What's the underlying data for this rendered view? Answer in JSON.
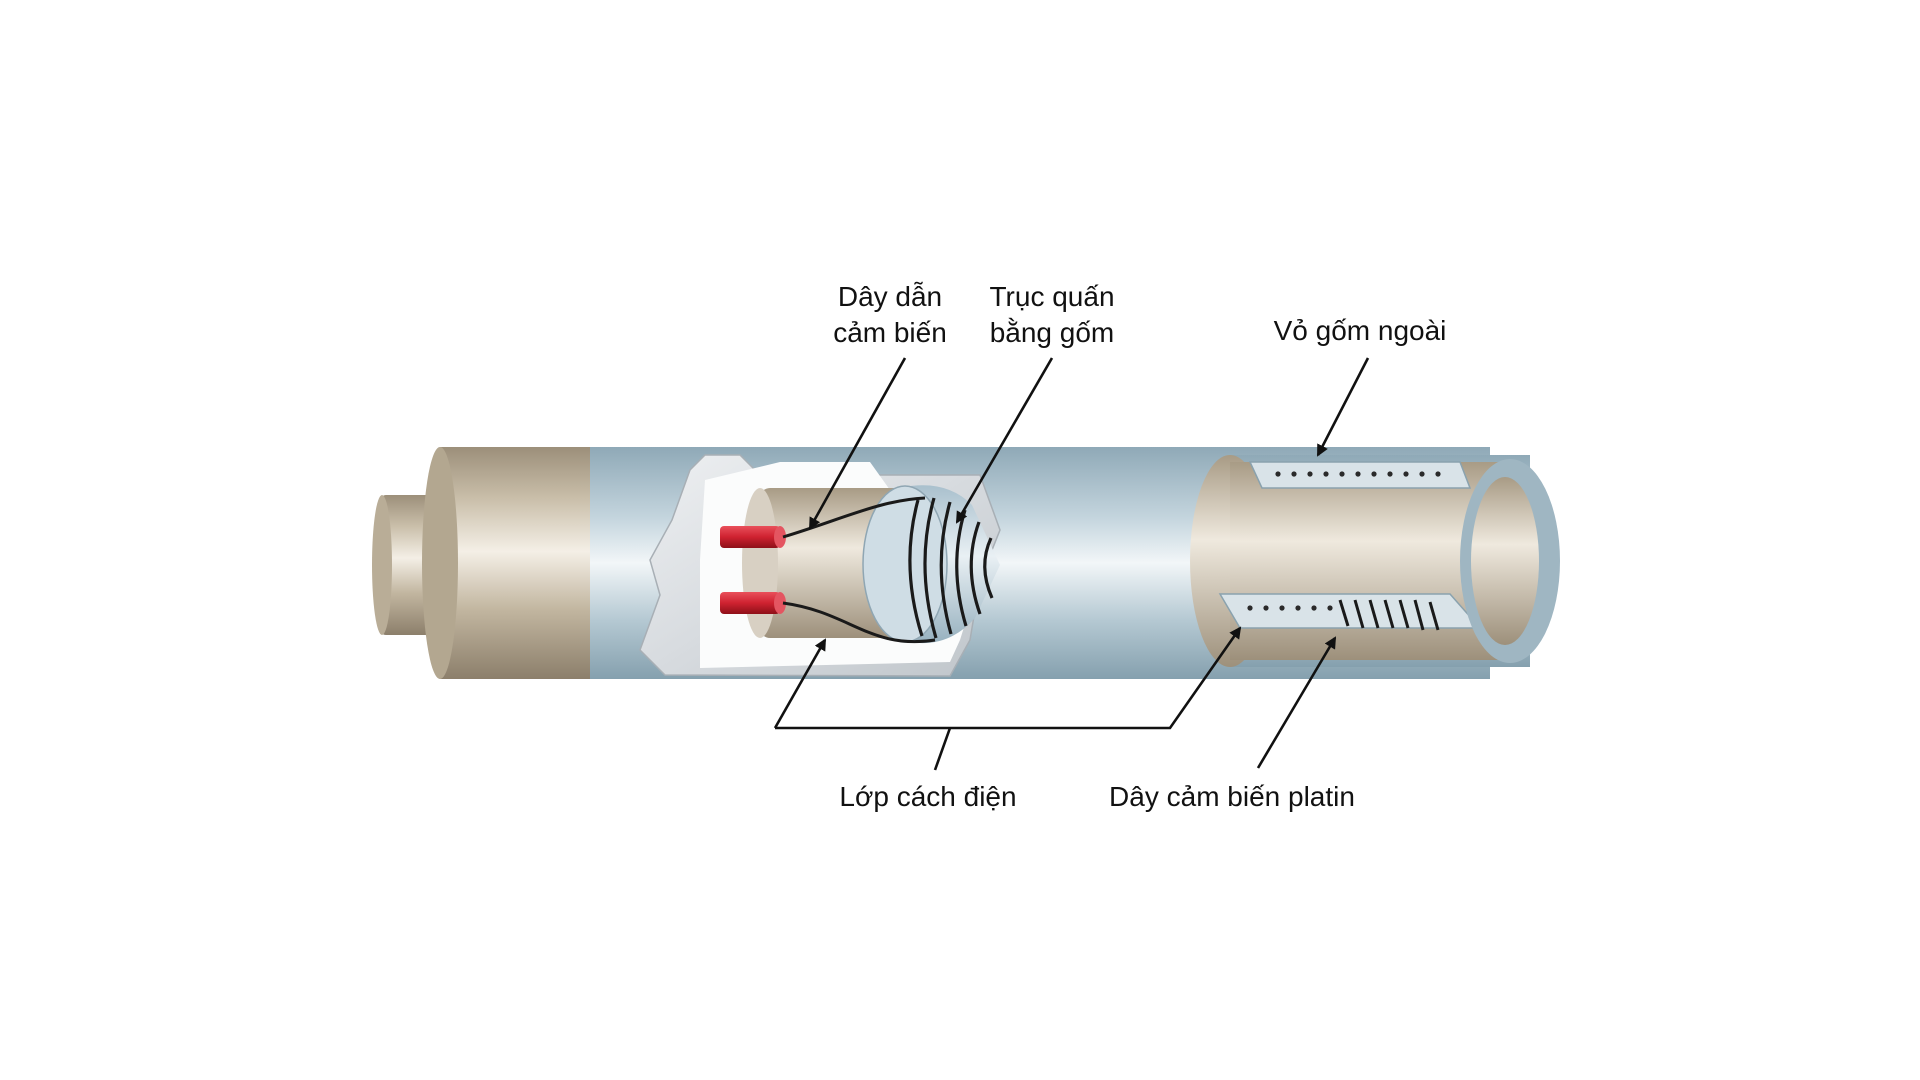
{
  "labels": {
    "sensor_lead_wire": [
      "Dây dẫn",
      "cảm biến"
    ],
    "ceramic_mandrel": [
      "Trục quấn",
      "bằng gốm"
    ],
    "outer_ceramic_shell": [
      "Vỏ gốm ngoài"
    ],
    "insulation_layer": [
      "Lớp cách điện"
    ],
    "platinum_sensing_wire": [
      "Dây cảm biến platin"
    ]
  },
  "colors": {
    "background": "#ffffff",
    "metal_sheath": "#c7bba6",
    "ceramic_shell": "#b7cad4",
    "insulation": "#e4e7ea",
    "lead_terminal": "#cf2230",
    "wire": "#1a1a1a",
    "text": "#111111"
  }
}
